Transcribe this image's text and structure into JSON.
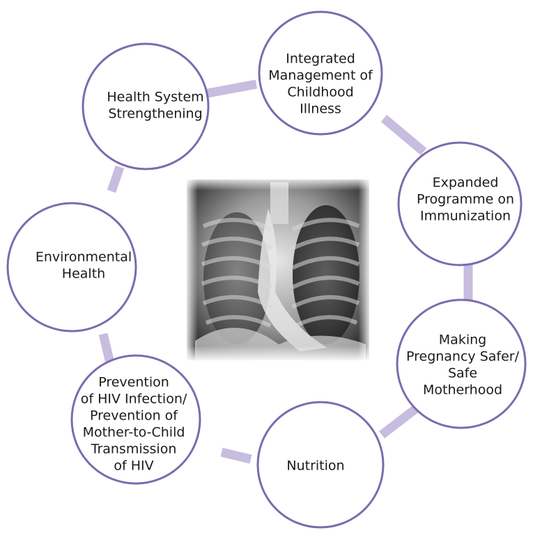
{
  "diagram": {
    "center_image": {
      "description_name": "chest-xray-image"
    },
    "colors": {
      "circle_stroke": "#7b6bae",
      "connector": "#c6bddf",
      "background": "#ffffff"
    },
    "nodes": [
      {
        "id": "imci",
        "lines": [
          "Integrated",
          "Management of",
          "Childhood",
          "Illness"
        ]
      },
      {
        "id": "epi",
        "lines": [
          "Expanded",
          "Programme on",
          "Immunization"
        ]
      },
      {
        "id": "safe-motherhood",
        "lines": [
          "Making",
          "Pregnancy Safer/",
          "Safe",
          "Motherhood"
        ]
      },
      {
        "id": "nutrition",
        "lines": [
          "Nutrition"
        ]
      },
      {
        "id": "hiv-prevention",
        "lines": [
          "Prevention",
          "of HIV Infection/",
          "Prevention of",
          "Mother-to-Child",
          "Transmission",
          "of HIV"
        ]
      },
      {
        "id": "environmental-health",
        "lines": [
          "Environmental",
          "Health"
        ]
      },
      {
        "id": "health-system",
        "lines": [
          "Health System",
          "Strengthening"
        ]
      }
    ]
  }
}
